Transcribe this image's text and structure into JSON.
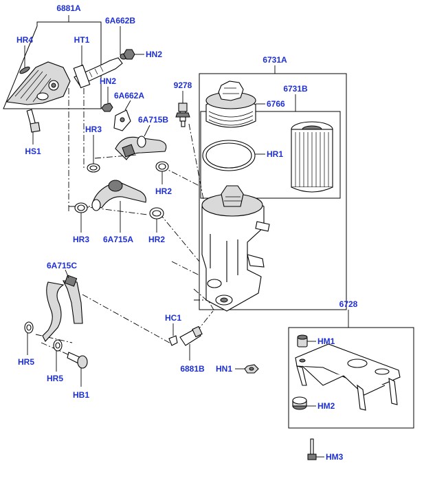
{
  "labels": {
    "l6881A": "6881A",
    "l6A662B": "6A662B",
    "lHR4": "HR4",
    "lHT1": "HT1",
    "lHN2a": "HN2",
    "lHN2b": "HN2",
    "l6A662A": "6A662A",
    "l9278": "9278",
    "l6731A": "6731A",
    "l6731B": "6731B",
    "l6766": "6766",
    "lHR3a": "HR3",
    "l6A715B": "6A715B",
    "lHS1": "HS1",
    "lHR1": "HR1",
    "lHR2a": "HR2",
    "lHR3b": "HR3",
    "l6A715A": "6A715A",
    "lHR2b": "HR2",
    "l6A715C": "6A715C",
    "l6728": "6728",
    "lHC1": "HC1",
    "lHM1": "HM1",
    "lHR5a": "HR5",
    "l6881B": "6881B",
    "lHN1": "HN1",
    "lHR5b": "HR5",
    "lHB1": "HB1",
    "lHM2": "HM2",
    "lHM3": "HM3"
  },
  "colors": {
    "label": "#1d2fd6",
    "line": "#000000",
    "background": "#ffffff"
  }
}
